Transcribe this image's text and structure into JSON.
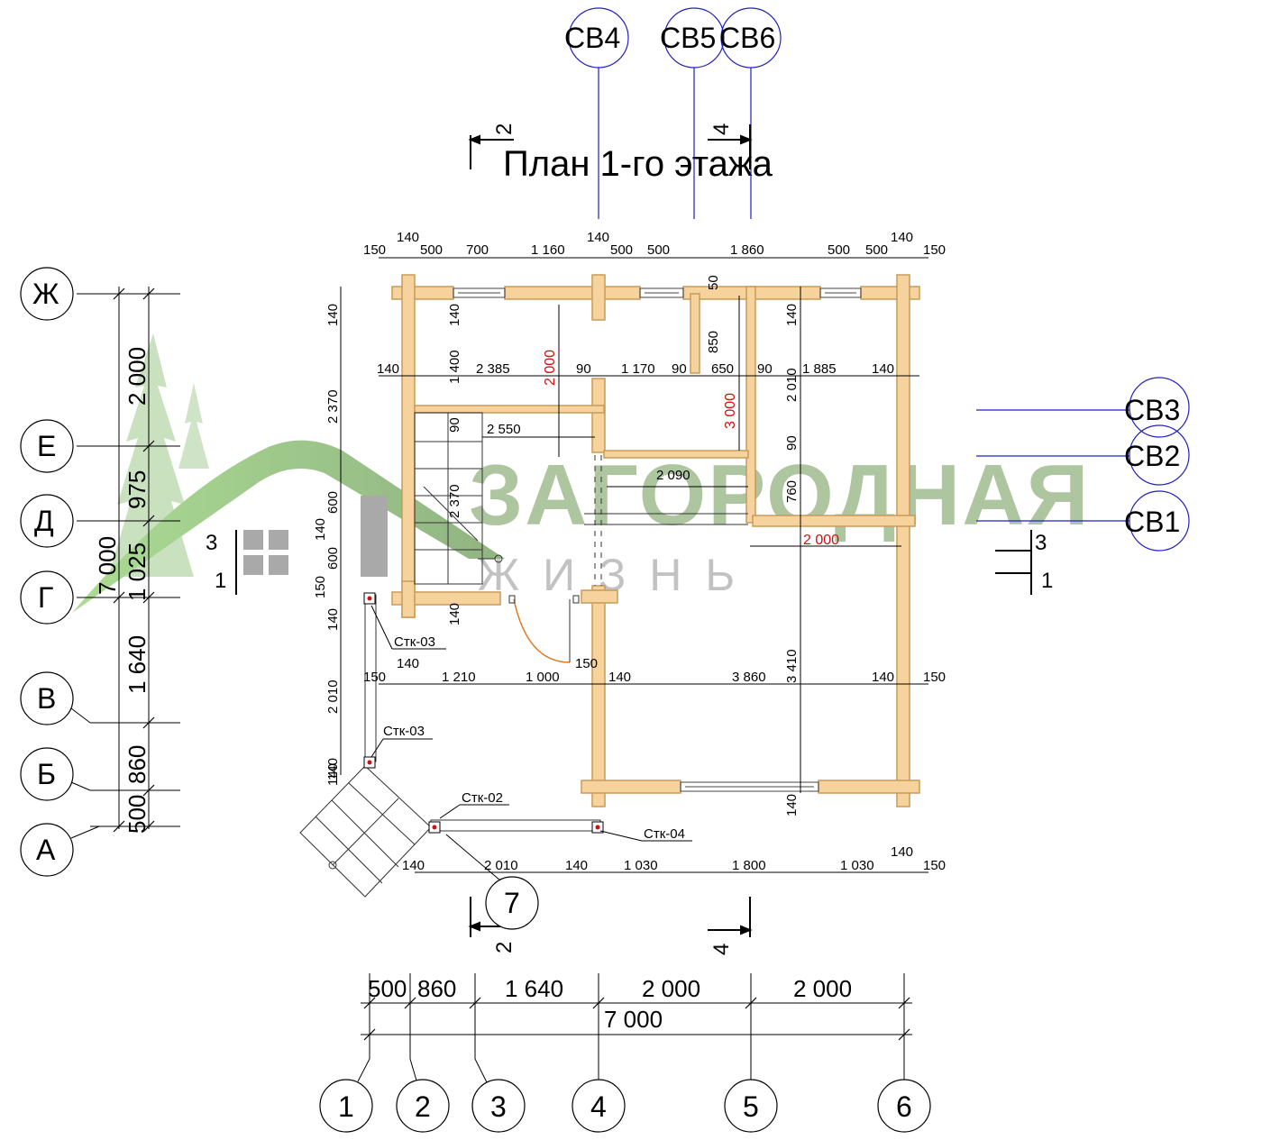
{
  "title": "План 1-го этажа",
  "column_tags": [
    "СВ4",
    "СВ5",
    "СВ6"
  ],
  "side_tags": [
    "СВ3",
    "СВ2",
    "СВ1"
  ],
  "row_axes": [
    "Ж",
    "Е",
    "Д",
    "Г",
    "В",
    "Б",
    "А"
  ],
  "col_axes": [
    "1",
    "2",
    "3",
    "4",
    "5",
    "6"
  ],
  "extra_axis": "7",
  "callouts": [
    "Стк-03",
    "Стк-03",
    "Стк-02",
    "Стк-04"
  ],
  "cuts": {
    "left_top": "2",
    "left_bottom": "2",
    "right_top": "4",
    "right_bottom": "4",
    "side_a_num": "3",
    "side_a_sub": "1",
    "side_b_num": "3",
    "side_b_sub": "1"
  },
  "logo": {
    "main": "ЗАГОРОДНАЯ",
    "sub": "ЖИЗНЬ"
  },
  "dims_top": {
    "row1": [
      "140",
      "140",
      "140"
    ],
    "row2": [
      "150",
      "500",
      "700",
      "1 160",
      "500",
      "500",
      "1 860",
      "500",
      "500",
      "150"
    ]
  },
  "dims_left_outer": [
    "2 000",
    "975",
    "1 025",
    "1 640",
    "860",
    "500",
    "7 000"
  ],
  "dims_left_inner": [
    "140",
    "2 370",
    "600",
    "140",
    "600",
    "150",
    "140",
    "2 010",
    "140"
  ],
  "dims_mid_row": [
    "140",
    "2 385",
    "90",
    "1 170",
    "90",
    "650",
    "90",
    "1 885",
    "140"
  ],
  "dims_mid_extra": [
    "140",
    "1 400",
    "2 550",
    "90",
    "2 370",
    "2 090",
    "760",
    "90",
    "140",
    "2 010",
    "850",
    "50"
  ],
  "dims_red": [
    "2 000",
    "3 000",
    "2 000"
  ],
  "dims_lower_row": [
    "150",
    "140",
    "1 210",
    "1 000",
    "150",
    "140",
    "3 860",
    "3 410",
    "140",
    "150"
  ],
  "dims_bottom_row": [
    "140",
    "2 010",
    "140",
    "1 030",
    "1 800",
    "1 030",
    "140",
    "150",
    "140"
  ],
  "dims_lower_small": [
    "140",
    "140"
  ],
  "dims_axes_bottom": [
    "500",
    "860",
    "1 640",
    "2 000",
    "2 000"
  ],
  "dims_total_bottom": "7 000",
  "colors": {
    "log": "#f6d39c",
    "log_stroke": "#c89a5a",
    "tag": "#2020c0",
    "red": "#d01010",
    "door_arc": "#e07820"
  }
}
